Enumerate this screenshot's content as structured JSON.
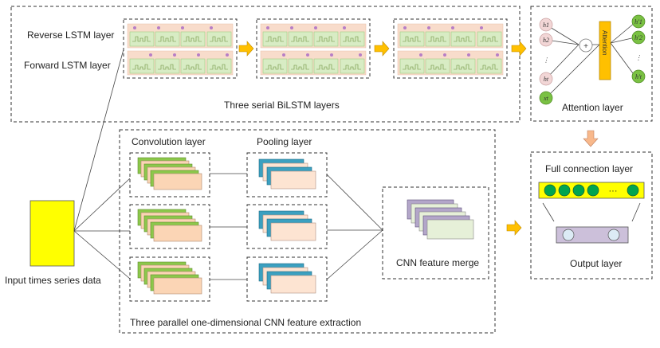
{
  "title": "CNN-BiLSTM-Attention architecture",
  "colors": {
    "input_block": "#ffff00",
    "arrow": "#ffc000",
    "down_arrow": "#f8b88b",
    "conv_green": "#8cc84b",
    "conv_peach": "#fbd5b5",
    "pool_blue": "#3ba0c0",
    "pool_peach": "#fde4d2",
    "merge_purple": "#b3a6c9",
    "merge_green": "#e6f0d8",
    "attention_bar": "#ffc000",
    "fc_bar": "#ffff00",
    "fc_node": "#00a550",
    "output_bar": "#ccc0da",
    "output_node": "#dcebf5",
    "hidden_node_pink": "#f2d6d6",
    "output_node_green": "#7ac143"
  },
  "bilstm": {
    "reverse_label": "Reverse LSTM layer",
    "forward_label": "Forward LSTM layer",
    "caption": "Three serial BiLSTM layers",
    "layer_count": 3
  },
  "attention": {
    "caption": "Attention layer",
    "bar_label": "Attention",
    "sum_symbol": "+",
    "inputs": [
      "h1",
      "h2",
      "⋮",
      "ht",
      "xt"
    ],
    "outputs": [
      "h'1",
      "h'2",
      "⋮",
      "h't"
    ]
  },
  "input": {
    "label": "Input times series data"
  },
  "cnn": {
    "conv_label": "Convolution layer",
    "pool_label": "Pooling layer",
    "merge_label": "CNN feature merge",
    "caption": "Three parallel one-dimensional CNN feature extraction",
    "branch_count": 3
  },
  "output": {
    "fc_label": "Full connection layer",
    "fc_ellipsis": "···",
    "output_label": "Output layer"
  }
}
